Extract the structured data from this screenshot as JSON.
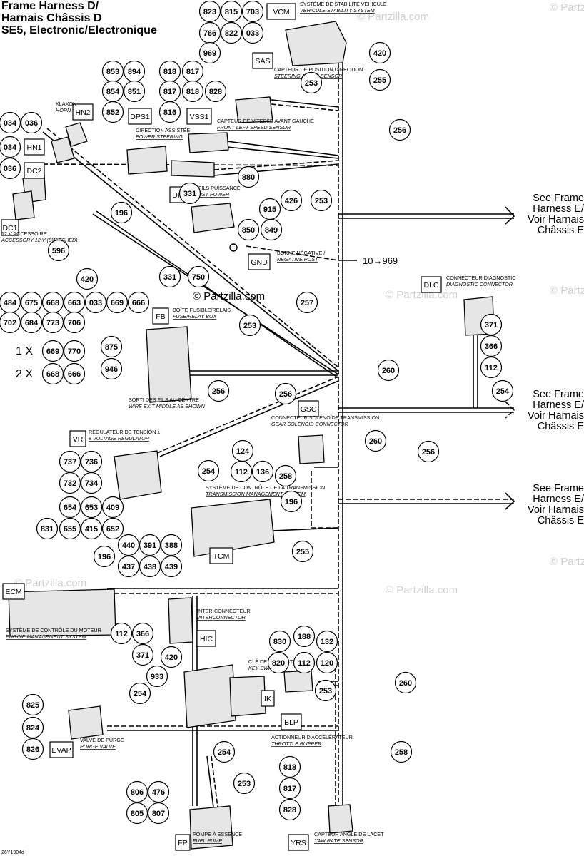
{
  "title": {
    "line1": "Frame Harness D/",
    "line2": "Harnais Châssis D",
    "line3": "SE5, Electronic/Electronique"
  },
  "footer_ref": "26Y1904d",
  "watermark": "© Partzilla.com",
  "see_frame": {
    "l1": "See Frame",
    "l2": "Harness E/",
    "l3": "Voir Harnais",
    "l4": "Châssis E"
  },
  "quantity_labels": {
    "one": "1 X",
    "two": "2 X"
  },
  "part_numbers": [
    "823",
    "815",
    "703",
    "766",
    "822",
    "033",
    "969",
    "420",
    "255",
    "853",
    "894",
    "854",
    "851",
    "852",
    "818",
    "817",
    "817",
    "818",
    "828",
    "816",
    "253",
    "256",
    "034",
    "036",
    "034",
    "036",
    "880",
    "331",
    "426",
    "253",
    "915",
    "196",
    "850",
    "849",
    "596",
    "420",
    "331",
    "750",
    "10→969",
    "484",
    "675",
    "668",
    "663",
    "033",
    "669",
    "666",
    "257",
    "702",
    "684",
    "773",
    "706",
    "253",
    "875",
    "669",
    "770",
    "668",
    "666",
    "946",
    "256",
    "256",
    "260",
    "371",
    "366",
    "112",
    "254",
    "256",
    "124",
    "112",
    "136",
    "258",
    "260",
    "737",
    "736",
    "732",
    "734",
    "254",
    "654",
    "653",
    "409",
    "196",
    "831",
    "655",
    "415",
    "652",
    "440",
    "391",
    "388",
    "437",
    "438",
    "439",
    "196",
    "255",
    "112",
    "366",
    "371",
    "188",
    "830",
    "132",
    "420",
    "820",
    "112",
    "120",
    "933",
    "254",
    "260",
    "253",
    "825",
    "824",
    "826",
    "254",
    "818",
    "817",
    "828",
    "258",
    "253",
    "806",
    "476",
    "805",
    "807"
  ],
  "components": [
    {
      "code": "VCM",
      "fr": "SYSTÈME DE STABILITÉ VÉHICULE",
      "en": "VEHICULE STABILITY SYSTEM"
    },
    {
      "code": "SAS",
      "fr": "CAPTEUR DE POSITION DIRECTION",
      "en": "STEERING ANGLE SENSOR"
    },
    {
      "code": "HN2",
      "fr": "KLAXON",
      "en": "HORN"
    },
    {
      "code": "HN1",
      "fr": "",
      "en": ""
    },
    {
      "code": "DC2",
      "fr": "",
      "en": ""
    },
    {
      "code": "DC1",
      "fr": "12 V ACCESSOIRE",
      "en": "ACCESSORY 12 V (SWITCHED)"
    },
    {
      "code": "DPS1",
      "fr": "DIRECTION ASSISTÉE",
      "en": "POWER STEERING"
    },
    {
      "code": "VSS1",
      "fr": "CAPTEUR DE VITESSE AVANT GAUCHE",
      "en": "FRONT LEFT SPEED SENSOR"
    },
    {
      "code": "DPS2",
      "fr": "FILS PUISSANCE",
      "en": "PST POWER"
    },
    {
      "code": "GND",
      "fr": "BORNE NÉGATIVE /",
      "en": "NEGATIVE POST"
    },
    {
      "code": "FB",
      "fr": "BOÎTE FUSIBLE/RELAIS",
      "en": "FUSE/RELAY BOX"
    },
    {
      "code": "DLC",
      "fr": "CONNECTEUR DIAGNOSTIC",
      "en": "DIAGNOSTIC CONNECTOR"
    },
    {
      "code": "GSC",
      "fr": "CONNECTEUR SOLÉNOÏDE TRANSMISSION",
      "en": "GEAR SOLENOID CONNECTOR"
    },
    {
      "code": "VR",
      "fr": "RÉGULATEUR DE TENSION ±",
      "en": "± VOLTAGE REGULATOR"
    },
    {
      "code": "TCM",
      "fr": "SYSTÈME DE CONTRÔLE DE LA TRANSMISSION",
      "en": "TRANSMISSION MANAGEMENT SYSTEM"
    },
    {
      "code": "ECM",
      "fr": "SYSTÈME DE CONTRÔLE DU MOTEUR",
      "en": "ENGINE MANAGEMENT SYSTEM"
    },
    {
      "code": "HIC",
      "fr": "INTER-CONNECTEUR",
      "en": "INTERCONNECTOR"
    },
    {
      "code": "IK",
      "fr": "CLÉ DE CONTACT",
      "en": "KEY SWITCH"
    },
    {
      "code": "BLP",
      "fr": "ACTIONNEUR D'ACCÉLÉRATEUR",
      "en": "THROTTLE BLIPPER"
    },
    {
      "code": "EVAP",
      "fr": "VALVE DE PURGE",
      "en": "PURGE VALVE"
    },
    {
      "code": "FP",
      "fr": "POMPE À ESSENCE",
      "en": "FUEL PUMP"
    },
    {
      "code": "YRS",
      "fr": "CAPTEUR ANGLE DE LACET",
      "en": "YAW RATE SENSOR"
    }
  ],
  "wire_exit": {
    "fr": "SORTI DES FILS AU CENTRE",
    "en": "WIRE EXIT MIDDLE AS SHOWN"
  }
}
